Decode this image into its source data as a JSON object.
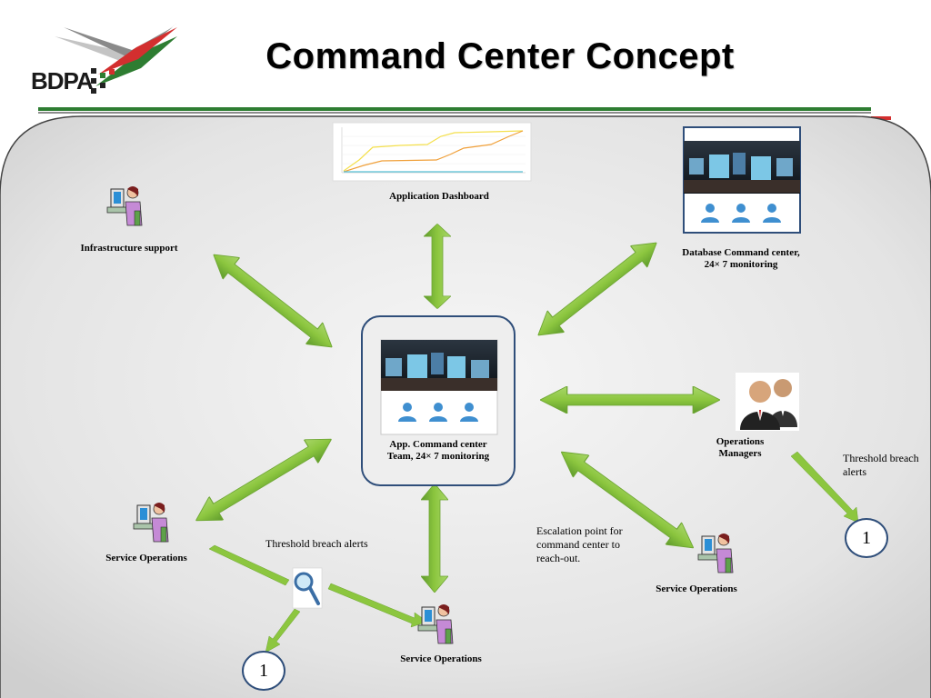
{
  "header": {
    "title": "Command Center Concept",
    "logo_text": "BDPA"
  },
  "nodes": {
    "app_dashboard": "Application Dashboard",
    "infra_support": "Infrastructure support",
    "db_command_center_line1": "Database Command center,",
    "db_command_center_line2": "24× 7 monitoring",
    "app_command_center_line1": "App. Command center",
    "app_command_center_line2": "Team, 24× 7 monitoring",
    "ops_managers_line1": "Operations",
    "ops_managers_line2": "Managers",
    "service_ops_left": "Service  Operations",
    "service_ops_bottom": "Service Operations",
    "service_ops_right": "Service Operations"
  },
  "annotations": {
    "threshold_left": "Threshold breach alerts",
    "threshold_right_line1": "Threshold breach",
    "threshold_right_line2": "alerts",
    "escalation_line1": "Escalation point for",
    "escalation_line2": "command center to",
    "escalation_line3": "reach-out.",
    "circle_left": "1",
    "circle_right": "1"
  },
  "colors": {
    "arrow": "#8cc63f",
    "arrow_dark": "#5e9a2c",
    "frame_border": "#2f4e7a",
    "panel_bg": "#e8e8e8",
    "header_green": "#2e7d32",
    "header_red": "#d32f2f"
  }
}
